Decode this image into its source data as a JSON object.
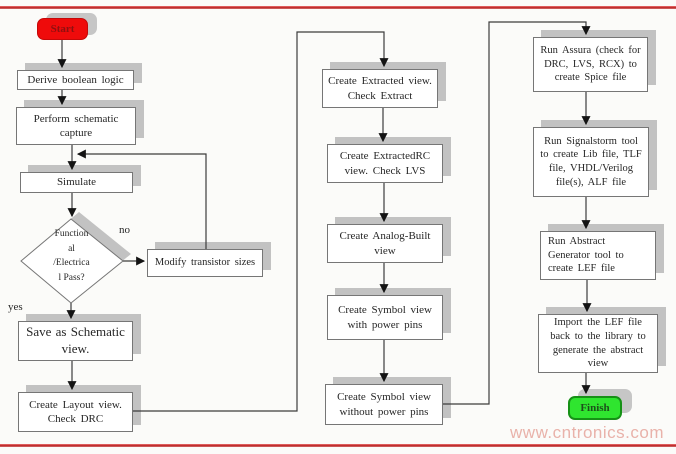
{
  "watermark": "www.cntronics.com",
  "colors": {
    "start_fill": "#ef0b0b",
    "finish_fill": "#2fe52f",
    "rule_red": "#b51f1f",
    "box_shadow_gray": "#c2c2c2",
    "watermark_pink": "#e9b2aa"
  },
  "labels": {
    "yes": "yes",
    "no": "no"
  },
  "nodes": {
    "start": "Start",
    "derive": "Derive boolean logic",
    "capture": "Perform schematic capture",
    "simulate": "Simulate",
    "decision_lines": [
      "Function",
      "al",
      "/Electrica",
      "l Pass?"
    ],
    "modify": "Modify transistor sizes",
    "save": "Save as Schematic view.",
    "layout": "Create Layout view. Check DRC",
    "extract": "Create Extracted view. Check Extract",
    "extract_rc": "Create ExtractedRC view. Check LVS",
    "analog": "Create Analog-Built view",
    "symbol_power": "Create Symbol view with power pins",
    "symbol_nopower": "Create Symbol view without power pins",
    "assura": "Run Assura (check for DRC, LVS, RCX) to create Spice file",
    "signalstorm": "Run Signalstorm tool to create Lib file, TLF file, VHDL/Verilog file(s), ALF file",
    "abstract": "Run Abstract Generator tool to create LEF file",
    "import_lef": "Import the LEF file back to the library to generate the abstract view",
    "finish": "Finish"
  }
}
